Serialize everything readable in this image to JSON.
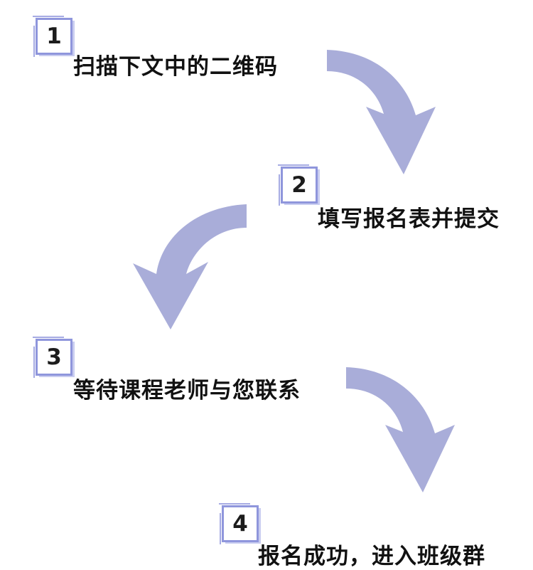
{
  "steps": [
    {
      "number": "1",
      "text": "扫描下文中的二维码"
    },
    {
      "number": "2",
      "text": "填写报名表并提交"
    },
    {
      "number": "3",
      "text": "等待课程老师与您联系"
    },
    {
      "number": "4",
      "text": "报名成功，进入班级群"
    }
  ],
  "colors": {
    "arrow": "#a9add9",
    "box_border": "#8f96dc",
    "text": "#111111"
  },
  "icons": {
    "arrow": "curved-arrow-icon"
  }
}
